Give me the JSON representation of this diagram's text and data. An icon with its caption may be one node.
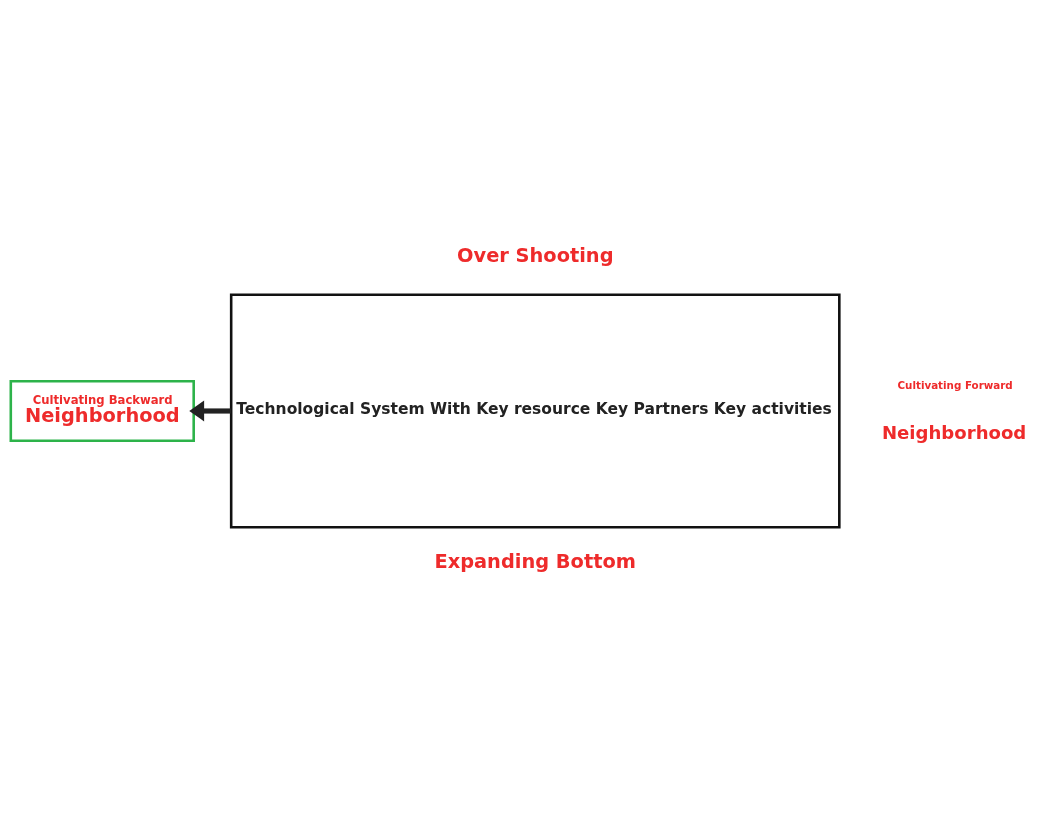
{
  "diagram": {
    "nodes": [
      {
        "text": [
          "Technological System With Key resource Key Partners Key activities"
        ]
      },
      {
        "text": [
          "Cultivating Backward",
          "Neighborhood"
        ]
      }
    ],
    "edges": [
      {
        "from": 0,
        "to": 1,
        "arrow": "to"
      }
    ],
    "labels": [
      "Over Shooting",
      "Cultivating Forward",
      "Neighborhood",
      "Expanding Bottom"
    ]
  }
}
